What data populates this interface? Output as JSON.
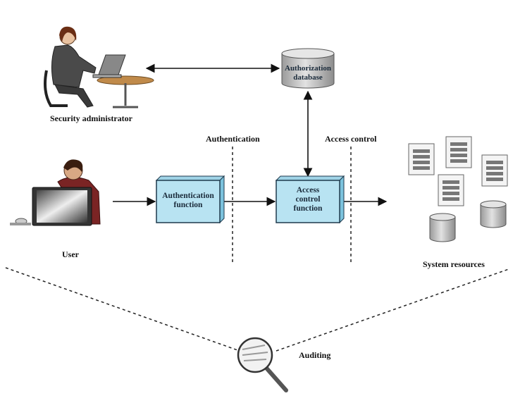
{
  "labels": {
    "security_admin": "Security administrator",
    "user": "User",
    "authorization_db": "Authorization database",
    "authentication_header": "Authentication",
    "access_control_header": "Access control",
    "auth_function": "Authentication function",
    "access_control_function": "Access control function",
    "system_resources": "System resources",
    "auditing": "Auditing"
  },
  "colors": {
    "box_fill": "#b8e3f2",
    "box_side": "#7cc3dd",
    "box_border": "#1f3a4d",
    "db_fill": "#c9c9c9",
    "line": "#111111"
  }
}
